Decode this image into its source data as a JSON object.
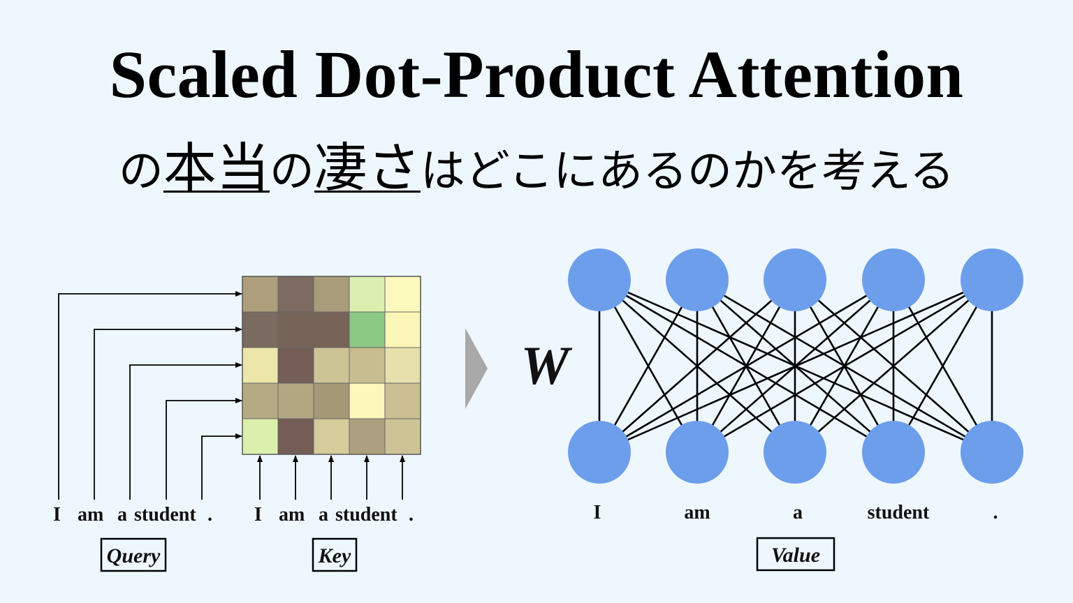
{
  "title": "Scaled Dot-Product Attention",
  "subtitle": {
    "part1": "の",
    "part2": "本当",
    "part3": "の",
    "part4": "凄さ",
    "part5": "はどこにあるのかを考える"
  },
  "query_tokens": [
    "I",
    "am",
    "a",
    "student",
    "."
  ],
  "key_tokens": [
    "I",
    "am",
    "a",
    "student",
    "."
  ],
  "value_tokens": [
    "I",
    "am",
    "a",
    "student",
    "."
  ],
  "labels": {
    "query": "Query",
    "key": "Key",
    "value": "Value",
    "weight": "W"
  },
  "colors": {
    "node": "#6d9eeb",
    "arrow_chevron": "#a9a9a9",
    "line": "#000000"
  },
  "attention_matrix": [
    [
      "#ad9f7c",
      "#7d6a60",
      "#a99c7b",
      "#dbf0ae",
      "#fbfabc"
    ],
    [
      "#7b6a5f",
      "#776459",
      "#776357",
      "#8cc985",
      "#faf6b8"
    ],
    [
      "#ece6aa",
      "#735d54",
      "#cdc496",
      "#c8bd90",
      "#e6e0ac"
    ],
    [
      "#b6aa85",
      "#b3a781",
      "#a59877",
      "#fbf8ba",
      "#cbbf93"
    ],
    [
      "#dcf0ae",
      "#735d54",
      "#d5cb9b",
      "#ada080",
      "#cdc395"
    ]
  ]
}
